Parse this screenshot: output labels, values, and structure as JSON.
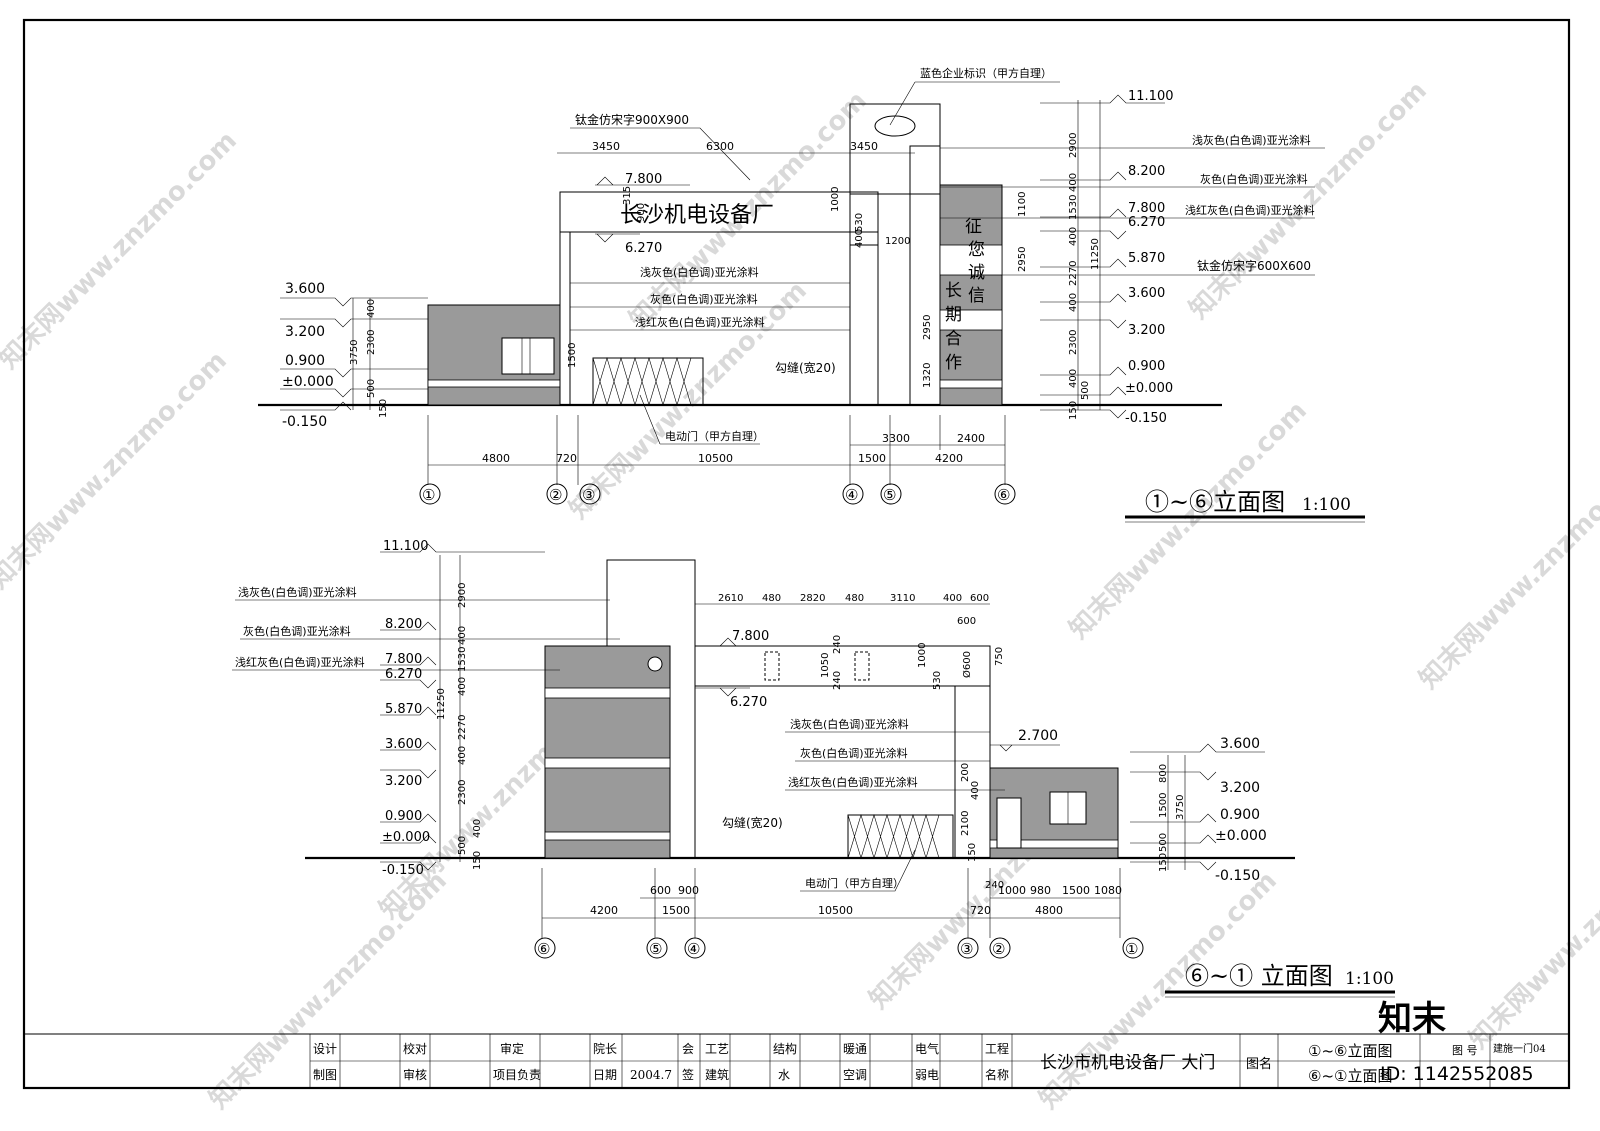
{
  "elevation_top": {
    "title": "①~⑥立面图",
    "scale": "1:100",
    "left_levels": [
      "3.600",
      "3.200",
      "0.900",
      "±0.000",
      "-0.150"
    ],
    "left_dims": [
      "400",
      "2300",
      "3750",
      "500",
      "150"
    ],
    "right_levels": [
      "11.100",
      "8.200",
      "7.800",
      "6.270",
      "5.870",
      "3.600",
      "3.200",
      "0.900",
      "±0.000",
      "-0.150"
    ],
    "right_dims": [
      "2900",
      "400",
      "1530",
      "400",
      "2270",
      "11250",
      "400",
      "2300",
      "400",
      "500",
      "150"
    ],
    "beam_levels": [
      "7.800",
      "6.270"
    ],
    "beam_dims": [
      "315",
      "900",
      "315",
      "1000",
      "530",
      "400"
    ],
    "top_dims": [
      "3450",
      "6300",
      "3450"
    ],
    "bottom_dims_row1": [
      "4800",
      "720",
      "10500",
      "1500",
      "4200"
    ],
    "bottom_dims_row2": [
      "3300",
      "2400"
    ],
    "inner_dims": [
      "1500",
      "1200",
      "2950",
      "2950",
      "1320",
      "1100"
    ],
    "axes": [
      "①",
      "②",
      "③",
      "④",
      "⑤",
      "⑥"
    ],
    "sign_text": "长沙机电设备厂",
    "vertical_text": [
      "征",
      "您",
      "诚",
      "信",
      "长",
      "期",
      "合",
      "作"
    ],
    "notes": {
      "logo": "蓝色企业标识（甲方自理）",
      "font_large": "钛金仿宋字900X900",
      "paint1": "浅灰色(白色调)亚光涂料",
      "paint2": "灰色(白色调)亚光涂料",
      "paint3": "浅红灰色(白色调)亚光涂料",
      "joint": "勾缝(宽20)",
      "gate": "电动门（甲方自理）",
      "font_small": "钛金仿宋字600X600"
    }
  },
  "elevation_bottom": {
    "title": "⑥~① 立面图",
    "scale": "1:100",
    "left_levels": [
      "11.100",
      "8.200",
      "7.800",
      "6.270",
      "5.870",
      "3.600",
      "3.200",
      "0.900",
      "±0.000",
      "-0.150"
    ],
    "left_dims": [
      "2900",
      "400",
      "1530",
      "400",
      "2270",
      "11250",
      "400",
      "2300",
      "400",
      "500",
      "150"
    ],
    "right_levels": [
      "3.600",
      "3.200",
      "0.900",
      "±0.000",
      "-0.150"
    ],
    "right_dims": [
      "800",
      "1500",
      "3750",
      "500",
      "150"
    ],
    "beam_levels": [
      "7.800",
      "6.270"
    ],
    "canopy_level": "2.700",
    "top_dims": [
      "2610",
      "480",
      "2820",
      "480",
      "3110",
      "400",
      "600"
    ],
    "misc_dims": [
      "600",
      "750",
      "Ø600",
      "1050",
      "240",
      "240",
      "1000",
      "530",
      "200",
      "400",
      "2100",
      "150",
      "240"
    ],
    "bottom_dims_row1": [
      "600",
      "900"
    ],
    "bottom_dims_row2": [
      "4200",
      "1500",
      "10500",
      "720",
      "4800"
    ],
    "right_bottom_dims": [
      "1000",
      "980",
      "1500",
      "1080"
    ],
    "axes": [
      "⑥",
      "⑤",
      "④",
      "③",
      "②",
      "①"
    ],
    "notes": {
      "paint1": "浅灰色(白色调)亚光涂料",
      "paint2": "灰色(白色调)亚光涂料",
      "paint3": "浅红灰色(白色调)亚光涂料",
      "joint": "勾缝(宽20)",
      "gate": "电动门（甲方自理）"
    }
  },
  "title_block": {
    "labels_row1": [
      "设计",
      "校对",
      "审定",
      "院长",
      "会",
      "工艺",
      "结构",
      "暖通",
      "电气",
      "工程"
    ],
    "labels_row2": [
      "制图",
      "审核",
      "项目负责",
      "日期",
      "签",
      "建筑",
      "水",
      "空调",
      "弱电",
      "名称"
    ],
    "date": "2004.7",
    "project": "长沙市机电设备厂 大门",
    "drawing_name_label": "图名",
    "drawing_names": [
      "①~⑥立面图",
      "⑥~①立面图"
    ],
    "sheet_label": "图 号",
    "sheet_no": "建施一门04",
    "id_text": "ID: 1142552085"
  },
  "watermarks": [
    "知末网www.znzmo.com",
    "知末网www.znzmo.com",
    "知末网www.znzmo.com",
    "知末网www.znzmo.com",
    "知末网www.znzmo.com",
    "知末网www.znzmo.com",
    "知末网www.znzmo.com",
    "知末网www.znzmo.com",
    "知末网www.znzmo.com",
    "知末网www.znzmo.com",
    "知末网www.znzmo.com",
    "知末网www.znzmo.com"
  ],
  "logo_mark": "知末"
}
